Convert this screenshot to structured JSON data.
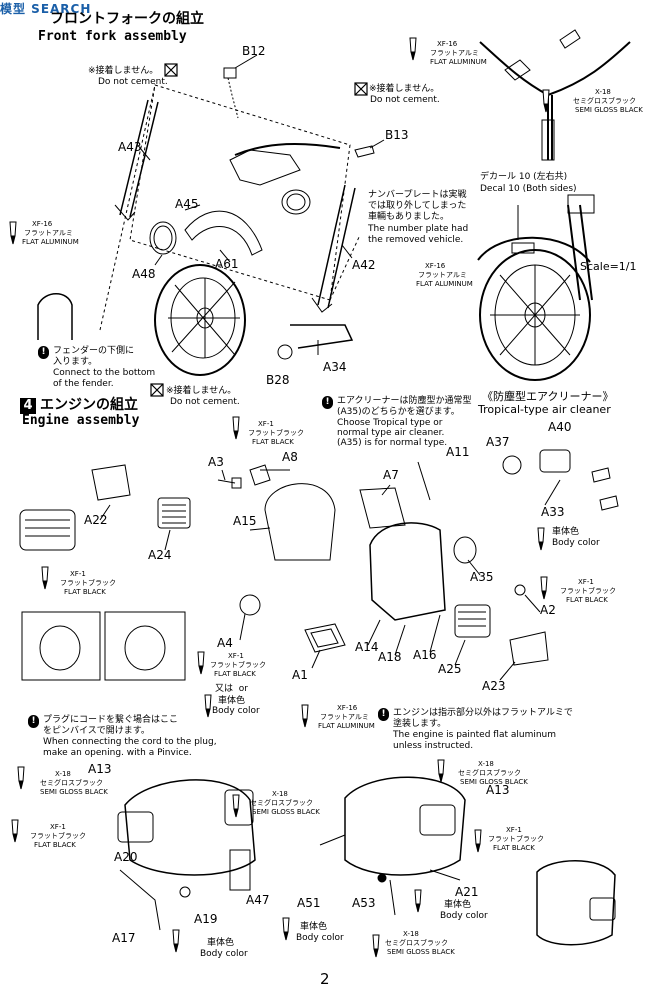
{
  "watermark": "模型 SEARCH",
  "page_number": "2",
  "step3": {
    "title_jp": "フロントフォークの組立",
    "title_en": "Front fork assembly"
  },
  "step4": {
    "number": "4",
    "title_jp": "エンジンの組立",
    "title_en": "Engine assembly"
  },
  "notes": {
    "no_cement_jp": "※接着しません。",
    "no_cement_en": "Do not cement.",
    "number_plate_jp1": "ナンバープレートは実戦",
    "number_plate_jp2": "では取り外してしまった",
    "number_plate_jp3": "車輛もありました。",
    "number_plate_en1": "The number plate had",
    "number_plate_en2": "the removed vehicle.",
    "fender_jp1": "フェンダーの下側に",
    "fender_jp2": "入ります。",
    "fender_en1": "Connect to the bottom",
    "fender_en2": "of the fender.",
    "decal_jp": "デカール 10 (左右共)",
    "decal_en": "Decal 10 (Both sides)",
    "scale": "Scale=1/1",
    "aircleaner_jp1": "エアクリーナーは防塵型か通常型",
    "aircleaner_jp2": "(A35)のどちらかを選びます。",
    "aircleaner_en1": "Choose Tropical  type or",
    "aircleaner_en2": "normal type air cleaner.",
    "aircleaner_en3": "(A35) is for normal type.",
    "tropical_jp": "《防塵型エアクリーナー》",
    "tropical_en": "Tropical-type air cleaner",
    "plug_jp1": "プラグにコードを繋ぐ場合はここ",
    "plug_jp2": "をピンバイスで開けます。",
    "plug_en1": "When connecting the cord to the plug,",
    "plug_en2": "make an  opening. with a Pinvice.",
    "engine_paint_jp1": "エンジンは指示部分以外はフラットアルミで",
    "engine_paint_jp2": "塗装します。",
    "engine_paint_en1": "The engine is painted flat aluminum",
    "engine_paint_en2": "unless instructed.",
    "or_jp": "又は",
    "or_en": "or"
  },
  "paints": {
    "xf16_code": "XF-16",
    "xf16_jp": "フラットアルミ",
    "xf16_en": "FLAT ALUMINUM",
    "xf1_code": "XF-1",
    "xf1_jp": "フラットブラック",
    "xf1_en": "FLAT BLACK",
    "x18_code": "X-18",
    "x18_jp": "セミグロスブラック",
    "x18_en": "SEMI GLOSS BLACK",
    "body_jp": "車体色",
    "body_en": "Body color"
  },
  "parts": {
    "B12": "B12",
    "B13": "B13",
    "B28": "B28",
    "A43": "A43",
    "A45": "A45",
    "A48": "A48",
    "A61": "A61",
    "A42": "A42",
    "A34": "A34",
    "A3": "A3",
    "A8": "A8",
    "A7": "A7",
    "A11": "A11",
    "A37": "A37",
    "A40": "A40",
    "A22": "A22",
    "A24": "A24",
    "A15": "A15",
    "A33": "A33",
    "A35": "A35",
    "A2": "A2",
    "A4": "A4",
    "A1": "A1",
    "A14": "A14",
    "A18": "A18",
    "A16": "A16",
    "A25": "A25",
    "A23": "A23",
    "A13": "A13",
    "A20": "A20",
    "A47": "A47",
    "A19": "A19",
    "A17": "A17",
    "A51": "A51",
    "A53": "A53",
    "A21": "A21"
  }
}
